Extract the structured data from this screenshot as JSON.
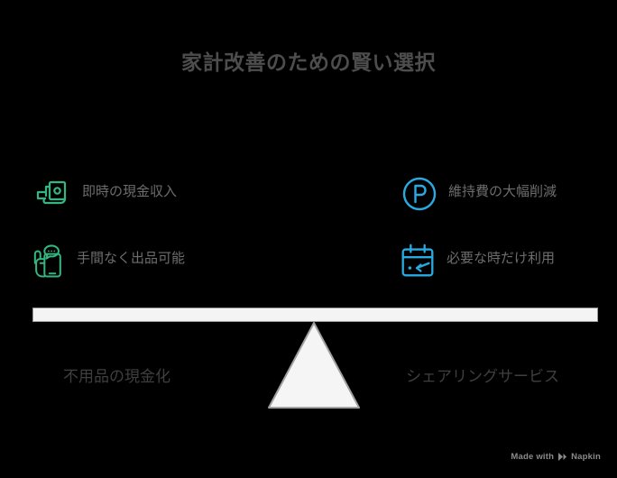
{
  "title": "家計改善のための賢い選択",
  "colors": {
    "background": "#000000",
    "title_text": "#4d4d4d",
    "feature_text": "#6d6d6d",
    "side_label_text": "#3f3f3f",
    "left_accent_green": "#35b57f",
    "right_accent_blue": "#29abe2",
    "beam_fill": "#f4f4f4",
    "beam_stroke": "#9a9a9a",
    "fulcrum_fill": "#f5f5f5",
    "fulcrum_stroke": "#a0a0a0",
    "watermark_text": "#8a8a8a"
  },
  "left_side": {
    "label": "不用品の現金化",
    "features": [
      {
        "icon": "hand-holding-cash-icon",
        "label": "即時の現金収入"
      },
      {
        "icon": "hand-holding-phone-chat-icon",
        "label": "手間なく出品可能"
      }
    ]
  },
  "right_side": {
    "label": "シェアリングサービス",
    "features": [
      {
        "icon": "parking-circle-p-icon",
        "label": "維持費の大幅削減"
      },
      {
        "icon": "calendar-cursor-icon",
        "label": "必要な時だけ利用"
      }
    ]
  },
  "watermark": {
    "prefix": "Made with",
    "brand": "Napkin",
    "logo_icon": "napkin-play-logo-icon"
  }
}
